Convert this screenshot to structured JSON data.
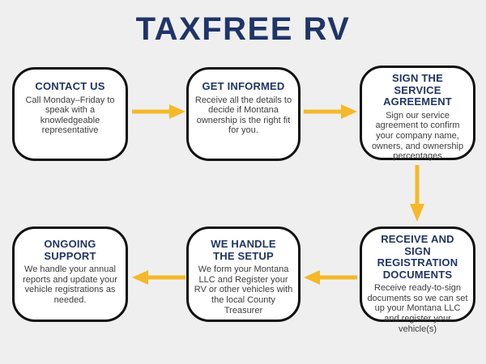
{
  "title": "TAXFREE RV",
  "colors": {
    "navy": "#1f3567",
    "arrow": "#f5b82b",
    "background": "#efefef",
    "box_fill": "#ffffff",
    "box_border": "#111111",
    "body_text": "#3d3d3d"
  },
  "steps": [
    {
      "title": "CONTACT US",
      "body": "Call Monday–Friday to speak with a knowledgeable representative"
    },
    {
      "title": "GET INFORMED",
      "body": "Receive all the details to decide if Montana ownership is the right fit for you."
    },
    {
      "title": "SIGN THE\nSERVICE\nAGREEMENT",
      "body": "Sign our service agreement to confirm your company name, owners, and ownership percentages"
    },
    {
      "title": "RECEIVE AND\nSIGN\nREGISTRATION\nDOCUMENTS",
      "body": "Receive ready-to-sign documents so we can set up your Montana LLC and register your vehicle(s)"
    },
    {
      "title": "WE HANDLE\nTHE SETUP",
      "body": "We form your Montana LLC and Register your RV or other vehicles with the local County Treasurer"
    },
    {
      "title": "ONGOING\nSUPPORT",
      "body": "We handle your annual reports and update your vehicle registrations as needed."
    }
  ]
}
